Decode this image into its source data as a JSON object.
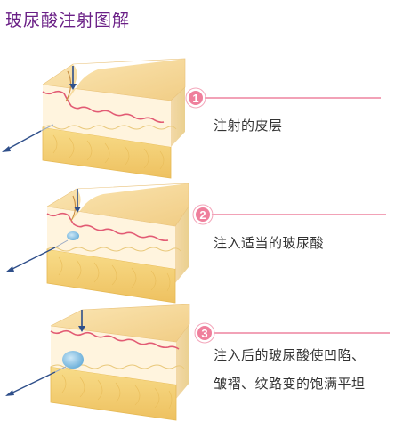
{
  "title": "玻尿酸注射图解",
  "steps": [
    {
      "number": "1",
      "text": "注射的皮层"
    },
    {
      "number": "2",
      "text": "注入适当的玻尿酸"
    },
    {
      "number": "3",
      "lines": [
        "注入后的玻尿酸使凹陷、",
        "皱褶、纹路变的饱满平坦"
      ]
    }
  ],
  "colors": {
    "title": "#6a1f86",
    "accent": "#e96a8c",
    "skin_top": "#f7d796",
    "skin_front": "#fff1d9",
    "fat": "#f2cc6c",
    "gel": "#86c3e4",
    "needle": "#2f4f8a"
  }
}
